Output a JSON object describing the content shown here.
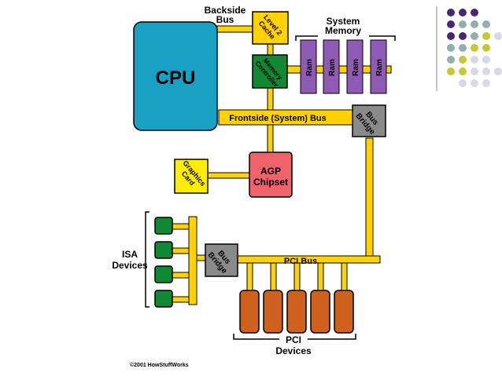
{
  "labels": {
    "cpu": "CPU",
    "backside_bus_1": "Backside",
    "backside_bus_2": "Bus",
    "level2_cache_1": "Level 2",
    "level2_cache_2": "Cache",
    "system_memory_1": "System",
    "system_memory_2": "Memory",
    "memory_controller_1": "Memory",
    "memory_controller_2": "Controller",
    "ram": "Ram",
    "frontside_bus": "Frontside (System) Bus",
    "bus_bridge_1": "Bus",
    "bus_bridge_2": "Bridge",
    "graphics_card_1": "Graphics",
    "graphics_card_2": "Card",
    "agp_chipset_1": "AGP",
    "agp_chipset_2": "Chipset",
    "isa_devices_1": "ISA",
    "isa_devices_2": "Devices",
    "pci_bus": "PCI Bus",
    "pci_devices_1": "PCI",
    "pci_devices_2": "Devices",
    "copyright": "©2001 HowStuffWorks"
  },
  "colors": {
    "bus": "#ffd200",
    "cpu": "#1aa0c4",
    "cache": "#ffd200",
    "memory_controller": "#118833",
    "ram": "#8f5ab3",
    "bridge": "#8a8a8a",
    "graphics": "#ffee00",
    "agp": "#f0636b",
    "isa": "#118833",
    "pci": "#d0601e",
    "dot_purple": "#4b2670",
    "dot_teal": "#8fb0ac",
    "dot_olive": "#c8c833",
    "dot_light": "#d8d8e6"
  }
}
